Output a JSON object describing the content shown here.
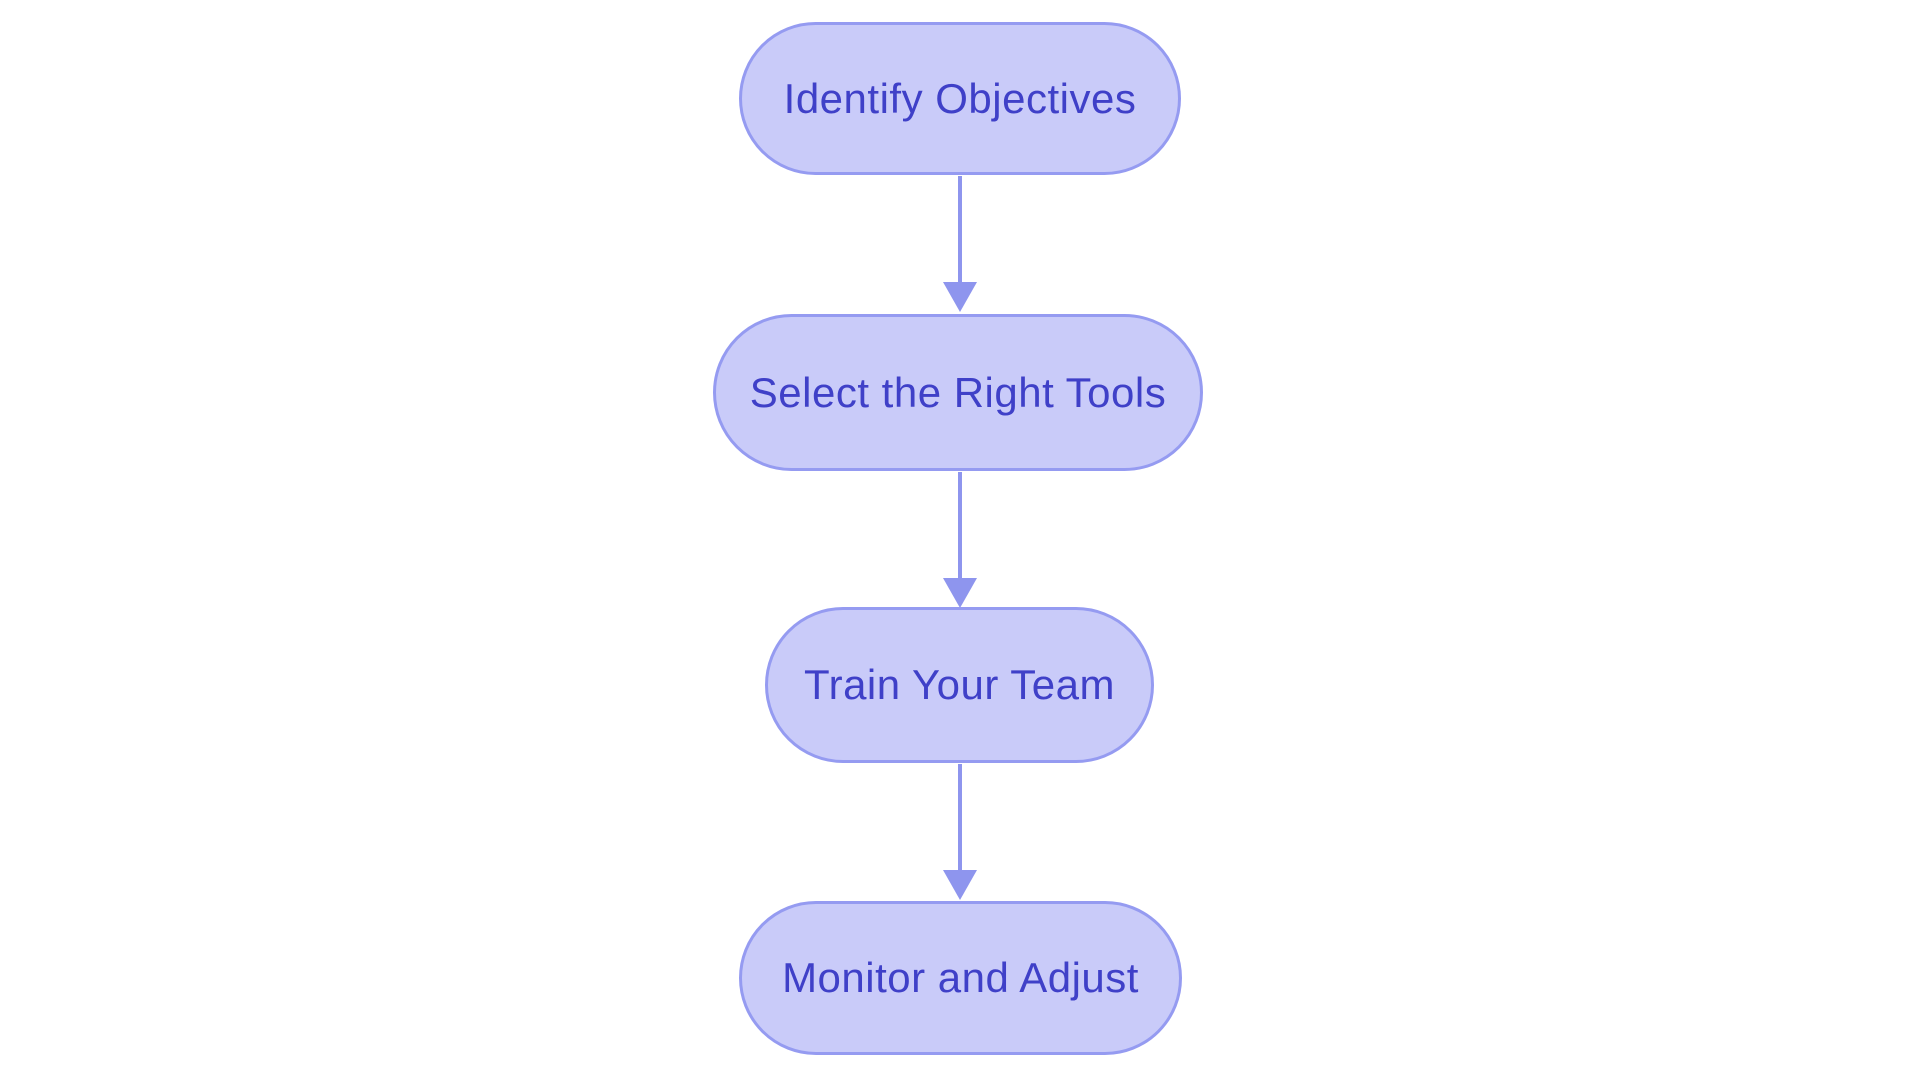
{
  "diagram": {
    "type": "flowchart",
    "direction": "top-down",
    "nodes": [
      {
        "label": "Identify Objectives"
      },
      {
        "label": "Select the Right Tools"
      },
      {
        "label": "Train Your Team"
      },
      {
        "label": "Monitor and Adjust"
      }
    ],
    "connections": [
      {
        "from": "Identify Objectives",
        "to": "Select the Right Tools"
      },
      {
        "from": "Select the Right Tools",
        "to": "Train Your Team"
      },
      {
        "from": "Train Your Team",
        "to": "Monitor and Adjust"
      }
    ],
    "colors": {
      "background": "#ffffff",
      "node_fill": "#c9cbf9",
      "node_border": "#959bf1",
      "node_text": "#3f40c8",
      "arrow": "#8e95ee"
    }
  }
}
